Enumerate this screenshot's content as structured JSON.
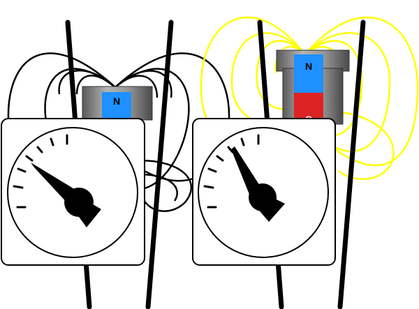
{
  "colors": {
    "background": "#ffffff",
    "wire": "#000000",
    "field_line_left": "#000000",
    "field_line_right": "#ffff00",
    "magnet_casing": "#8a8a8a",
    "north_pole": "#1e90ff",
    "south_pole": "#dd2222",
    "meter_face": "#ffffff",
    "needle": "#000000"
  },
  "left_setup": {
    "magnet": {
      "north_label": "N",
      "south_label": ""
    },
    "meter": {
      "needle_state": "deflected-left"
    }
  },
  "right_setup": {
    "magnet": {
      "north_label": "N",
      "south_label": "S"
    },
    "meter": {
      "needle_state": "near-center"
    }
  },
  "icons": {
    "meter": "galvanometer-icon",
    "magnet": "bar-magnet-icon"
  }
}
